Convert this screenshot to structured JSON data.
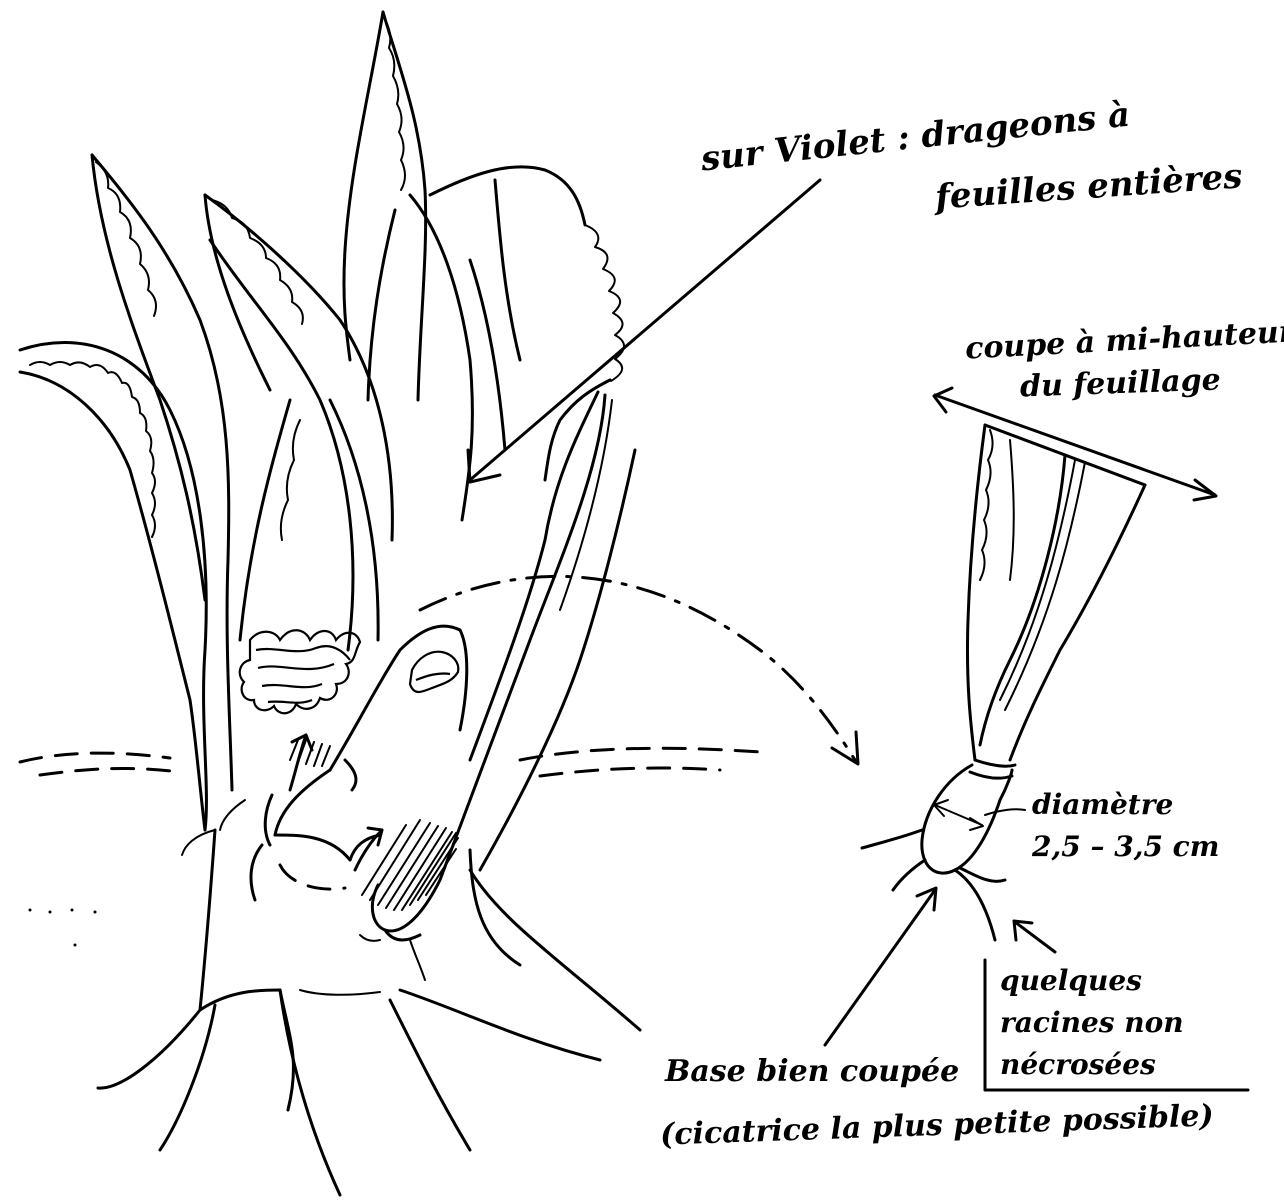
{
  "annotations": {
    "top_right_line1": "sur Violet : drageons à",
    "top_right_line2": "feuilles entières",
    "cut_line1": "coupe à mi-hauteur",
    "cut_line2": "du feuillage",
    "diameter_line1": "diamètre",
    "diameter_line2": "2,5 – 3,5 cm",
    "roots_line1": "quelques",
    "roots_line2": "racines non",
    "roots_line3": "nécrosées",
    "base_line1": "Base bien coupée",
    "base_line2": "(cicatrice la plus petite possible)"
  }
}
